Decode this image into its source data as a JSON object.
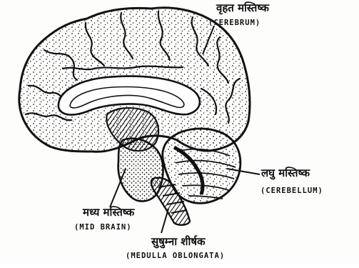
{
  "labels": {
    "cerebrum": {
      "hindi": "वृहत मस्तिष्क",
      "english": "(CEREBRUM)"
    },
    "cerebellum": {
      "hindi": "लघु मस्तिष्क",
      "english": "(CEREBELLUM)"
    },
    "midbrain": {
      "hindi": "मध्य मस्तिष्क",
      "english": "(MID BRAIN)"
    },
    "medulla": {
      "hindi": "सुषुम्ना शीर्षक",
      "english": "(MEDULLA OBLONGATA)"
    }
  },
  "colors": {
    "ink": "#111111",
    "paper": "#fdfdfc"
  }
}
